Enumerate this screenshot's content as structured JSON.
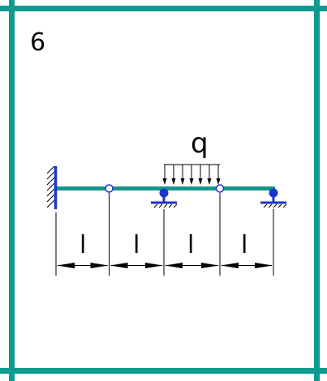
{
  "problem_number": "6",
  "load_label": "q",
  "span_labels": [
    "l",
    "l",
    "l",
    "l"
  ],
  "colors": {
    "frame": "#0e9a91",
    "beam": "#1a948a",
    "support": "#1b34cc",
    "line": "#000000"
  },
  "icons": {
    "fixed_support": "fixed-wall-icon",
    "hinge": "hinge-icon",
    "roller_support": "roller-support-icon",
    "load_arrow": "arrow-down-icon",
    "dimension_arrow": "double-arrow-icon"
  }
}
